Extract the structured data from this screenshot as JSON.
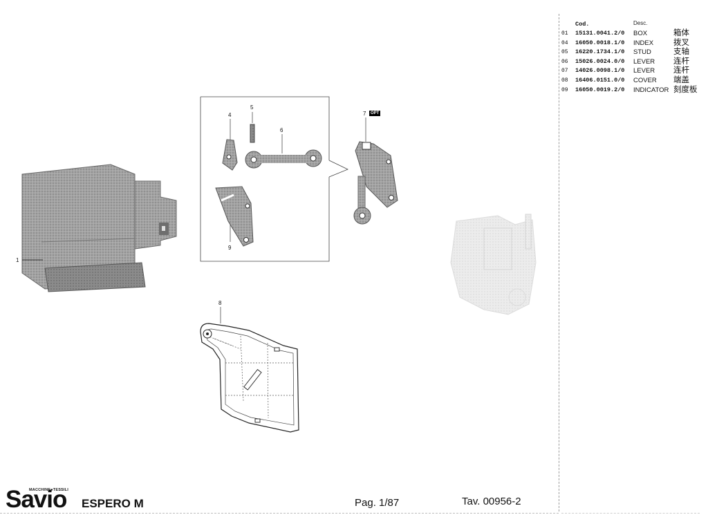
{
  "table": {
    "col_code": "Cod.",
    "col_desc": "Desc.",
    "rows": [
      {
        "pos": "01",
        "code": "15131.0041.2/0",
        "desc": "BOX",
        "cn": "箱体"
      },
      {
        "pos": "04",
        "code": "16050.0018.1/0",
        "desc": "INDEX",
        "cn": "拨叉"
      },
      {
        "pos": "05",
        "code": "16220.1734.1/0",
        "desc": "STUD",
        "cn": "支轴"
      },
      {
        "pos": "06",
        "code": "15026.0024.0/0",
        "desc": "LEVER",
        "cn": "连杆"
      },
      {
        "pos": "07",
        "code": "14026.0098.1/0",
        "desc": "LEVER",
        "cn": "连杆"
      },
      {
        "pos": "08",
        "code": "16406.0151.0/0",
        "desc": "COVER",
        "cn": "端盖"
      },
      {
        "pos": "09",
        "code": "16050.0019.2/0",
        "desc": "INDICATOR",
        "cn": "刻度板"
      }
    ]
  },
  "callouts": {
    "p1": "1",
    "p4": "4",
    "p5": "5",
    "p6": "6",
    "p7": "7",
    "p8": "8",
    "p9": "9",
    "opt": "OPT"
  },
  "footer": {
    "brand_small": "MACCHINE●TESSILI",
    "brand": "Savio",
    "model": "ESPERO M",
    "page": "Pag. 1/87",
    "table_no": "Tav. 00956-2"
  }
}
